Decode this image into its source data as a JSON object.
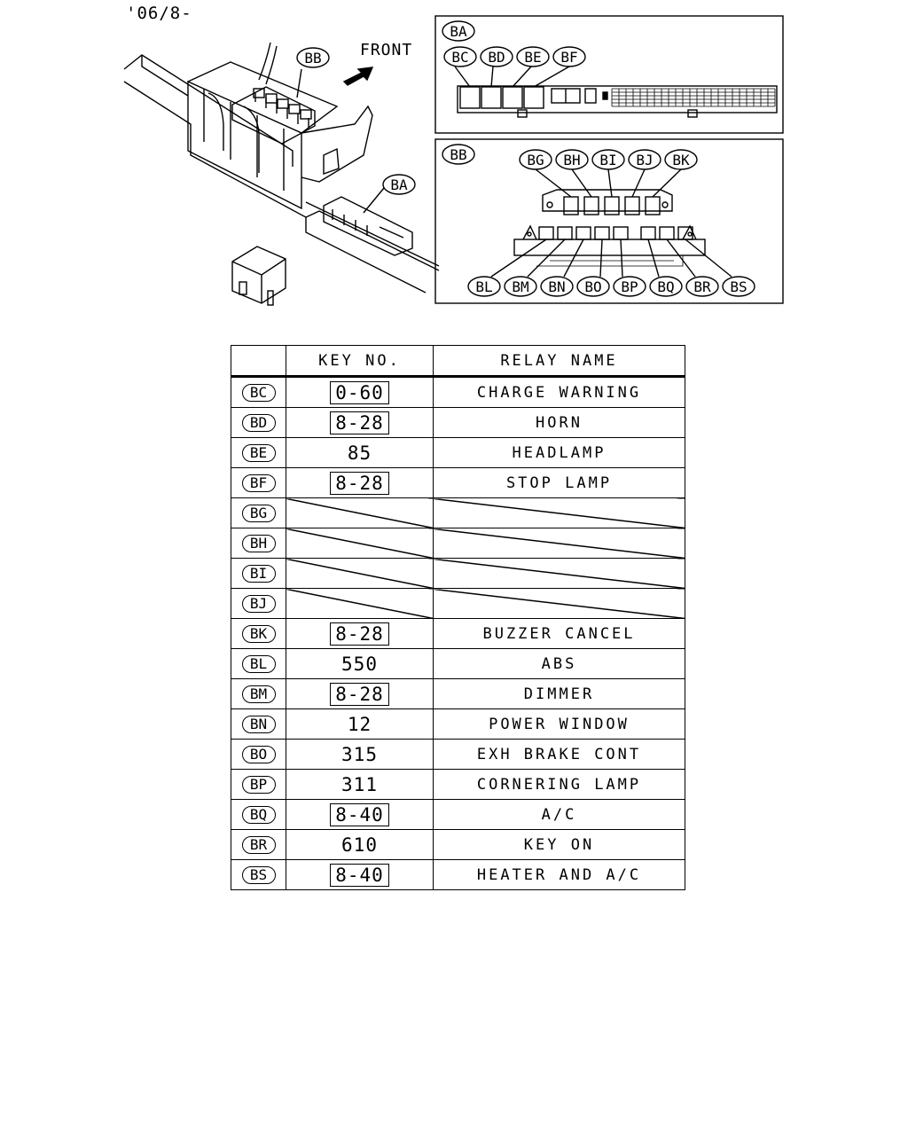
{
  "header": {
    "date": "'06/8-"
  },
  "diagram": {
    "front_label": "FRONT",
    "callouts": {
      "bb": "BB",
      "ba": "BA"
    },
    "panel_ba": {
      "title": "BA",
      "labels": [
        "BC",
        "BD",
        "BE",
        "BF"
      ]
    },
    "panel_bb": {
      "title": "BB",
      "top_labels": [
        "BG",
        "BH",
        "BI",
        "BJ",
        "BK"
      ],
      "bottom_labels": [
        "BL",
        "BM",
        "BN",
        "BO",
        "BP",
        "BQ",
        "BR",
        "BS"
      ]
    }
  },
  "table": {
    "headers": {
      "key_no": "KEY NO.",
      "relay_name": "RELAY NAME"
    },
    "rows": [
      {
        "code": "BC",
        "key": "0-60",
        "boxed": true,
        "name": "CHARGE WARNING"
      },
      {
        "code": "BD",
        "key": "8-28",
        "boxed": true,
        "name": "HORN"
      },
      {
        "code": "BE",
        "key": "85",
        "boxed": false,
        "name": "HEADLAMP"
      },
      {
        "code": "BF",
        "key": "8-28",
        "boxed": true,
        "name": "STOP LAMP"
      },
      {
        "code": "BG",
        "key": "",
        "boxed": false,
        "name": ""
      },
      {
        "code": "BH",
        "key": "",
        "boxed": false,
        "name": ""
      },
      {
        "code": "BI",
        "key": "",
        "boxed": false,
        "name": ""
      },
      {
        "code": "BJ",
        "key": "",
        "boxed": false,
        "name": ""
      },
      {
        "code": "BK",
        "key": "8-28",
        "boxed": true,
        "name": "BUZZER CANCEL"
      },
      {
        "code": "BL",
        "key": "550",
        "boxed": false,
        "name": "ABS"
      },
      {
        "code": "BM",
        "key": "8-28",
        "boxed": true,
        "name": "DIMMER"
      },
      {
        "code": "BN",
        "key": "12",
        "boxed": false,
        "name": "POWER WINDOW"
      },
      {
        "code": "BO",
        "key": "315",
        "boxed": false,
        "name": "EXH BRAKE CONT"
      },
      {
        "code": "BP",
        "key": "311",
        "boxed": false,
        "name": "CORNERING LAMP"
      },
      {
        "code": "BQ",
        "key": "8-40",
        "boxed": true,
        "name": "A/C"
      },
      {
        "code": "BR",
        "key": "610",
        "boxed": false,
        "name": "KEY ON"
      },
      {
        "code": "BS",
        "key": "8-40",
        "boxed": true,
        "name": "HEATER AND A/C"
      }
    ]
  }
}
